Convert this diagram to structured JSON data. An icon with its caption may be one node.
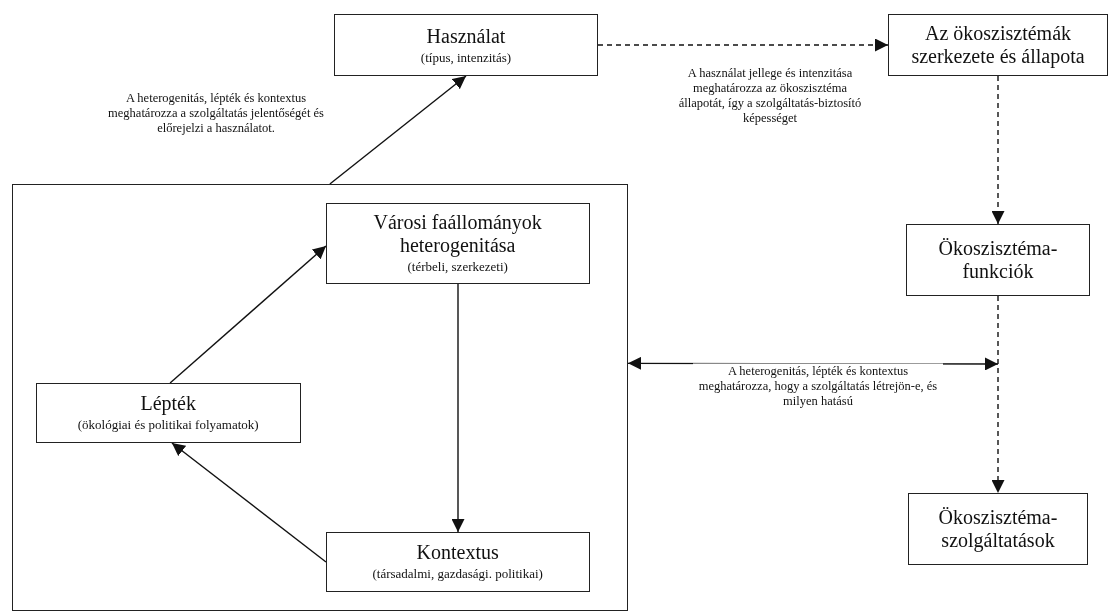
{
  "diagram": {
    "nodes": [
      {
        "text": [
          "Használat",
          "(típus, intenzitás)"
        ]
      },
      {
        "text": [
          "Az ökoszisztémák szerkezete és állapota"
        ]
      },
      {
        "text": [],
        "shape": "box"
      },
      {
        "text": [
          "Városi faállományok heterogenitása",
          "(térbeli, szerkezeti)"
        ],
        "in": 2
      },
      {
        "text": [
          "Lépték",
          "(ökológiai és politikai folyamatok)"
        ],
        "in": 2
      },
      {
        "text": [
          "Kontextus",
          "(társadalmi, gazdasági. politikai)"
        ],
        "in": 2
      },
      {
        "text": [
          "Ökoszisztéma-funkciók"
        ]
      },
      {
        "text": [
          "Ökoszisztéma-szolgáltatások"
        ]
      }
    ],
    "edges": [
      {
        "from": 2,
        "to": 0,
        "arrow": "to",
        "label": "A heterogenitás, lépték és kontextus meghatározza a szolgáltatás jelentőségét és előrejelzi a használatot."
      },
      {
        "from": 0,
        "to": 1,
        "arrow": "to",
        "style": "dashed",
        "label": "A használat jellege és intenzitása meghatározza az ökoszisztéma állapotát, így a szolgáltatás-biztosító képességet"
      },
      {
        "from": 1,
        "to": 6,
        "arrow": "to",
        "style": "dashed"
      },
      {
        "from": 6,
        "to": 7,
        "arrow": "to",
        "style": "dashed"
      },
      {
        "from": 2,
        "to": null,
        "arrow": "both",
        "label": "A heterogenitás, lépték és kontextus meghatározza, hogy a szolgáltatás létrejön-e, és milyen hatású"
      },
      {
        "from": 4,
        "to": 3,
        "arrow": "to"
      },
      {
        "from": 3,
        "to": 5,
        "arrow": "to"
      },
      {
        "from": 5,
        "to": 4,
        "arrow": "to"
      }
    ]
  }
}
